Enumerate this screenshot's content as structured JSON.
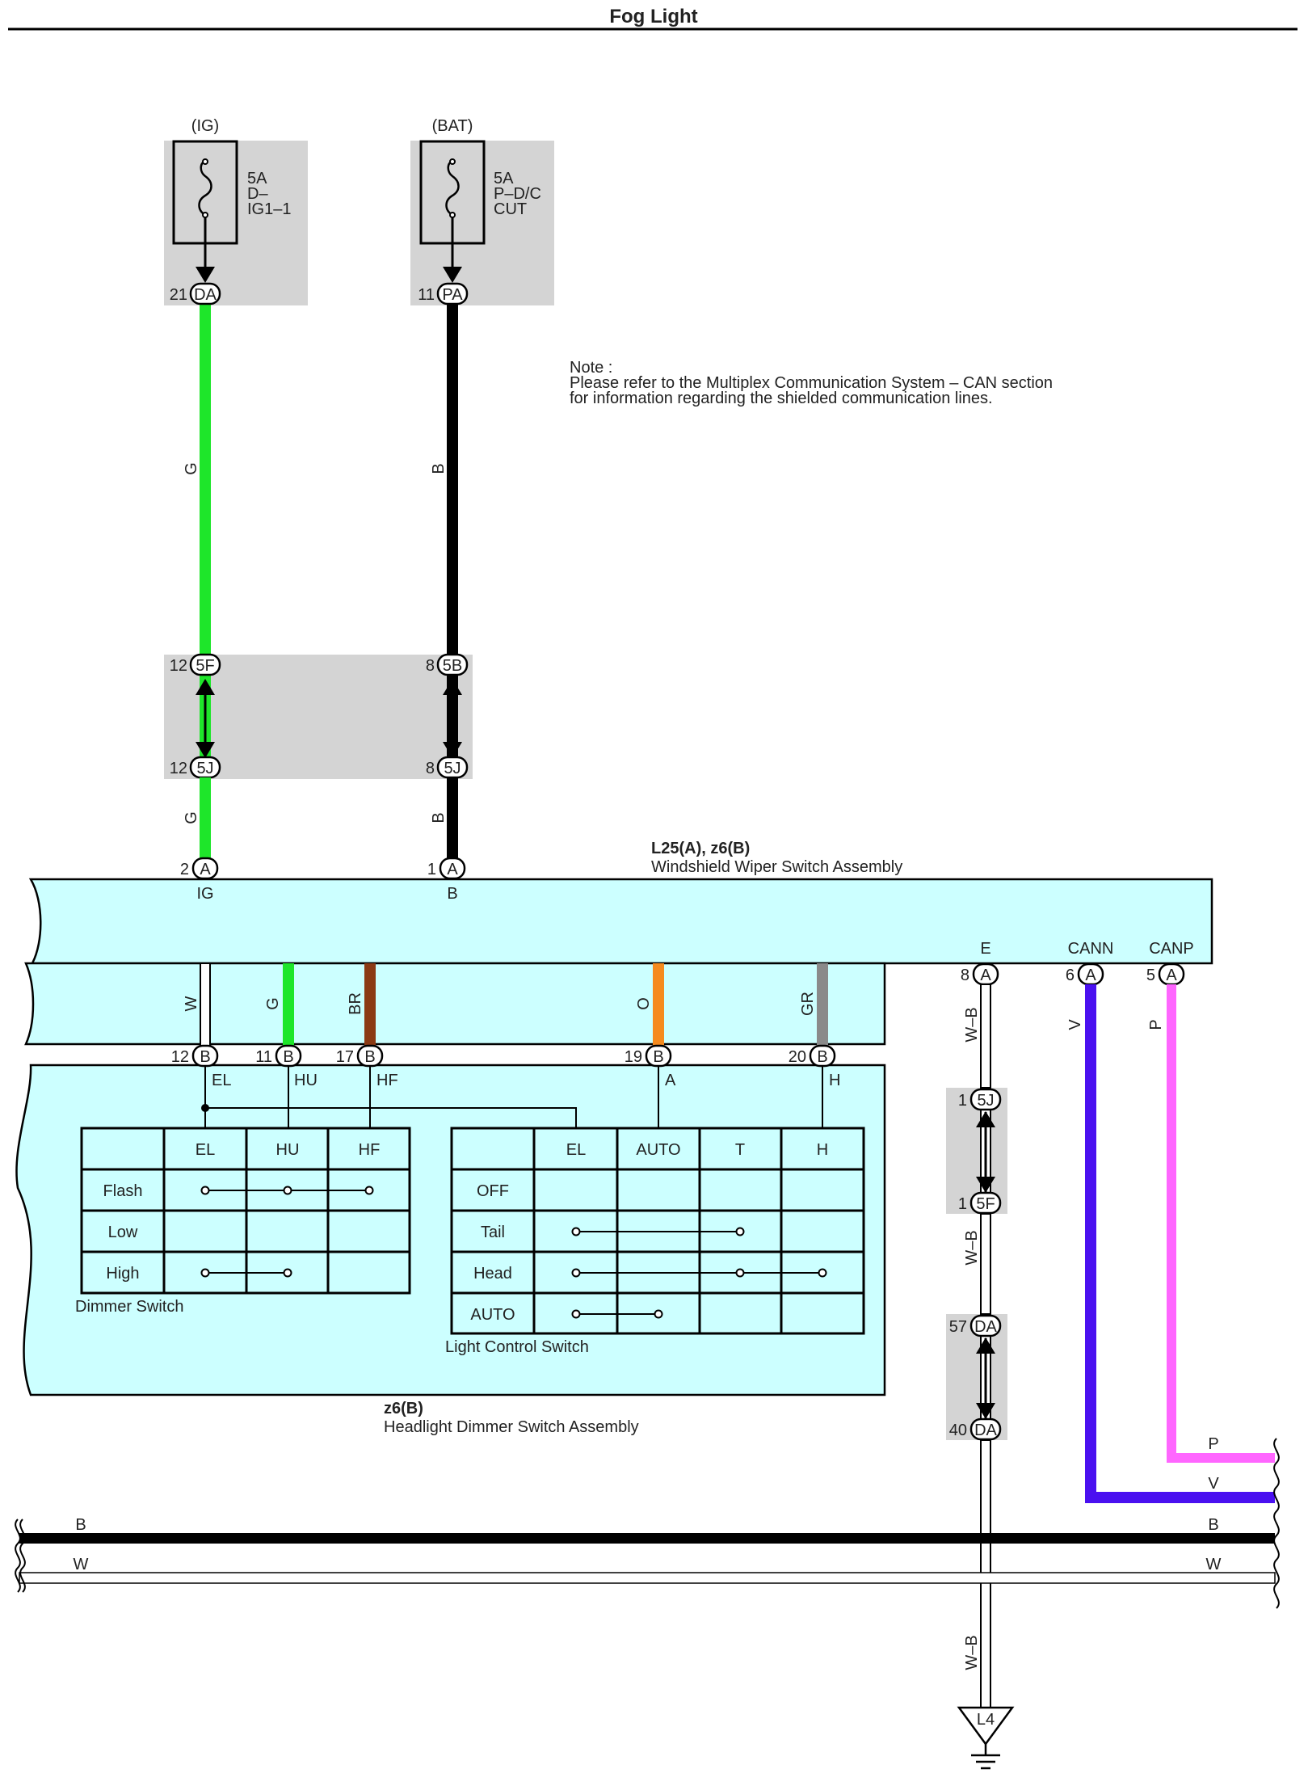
{
  "title": "Fog Light",
  "note": {
    "line1": "Note :",
    "line2": "Please refer to the Multiplex Communication System – CAN section",
    "line3": "for information regarding the shielded communication lines."
  },
  "fuses": [
    {
      "source": "(IG)",
      "rating": "5A",
      "name1": "D–",
      "name2": "IG1–1",
      "pin": "21",
      "connector": "DA"
    },
    {
      "source": "(BAT)",
      "rating": "5A",
      "name1": "P–D/C",
      "name2": "CUT",
      "pin": "11",
      "connector": "PA"
    }
  ],
  "junctions": {
    "j5f_12": {
      "pin": "12",
      "connector": "5F"
    },
    "j5b_8": {
      "pin": "8",
      "connector": "5B"
    },
    "j5j_12": {
      "pin": "12",
      "connector": "5J"
    },
    "j5j_8": {
      "pin": "8",
      "connector": "5J"
    },
    "j5j_1": {
      "pin": "1",
      "connector": "5J"
    },
    "j5f_1": {
      "pin": "1",
      "connector": "5F"
    },
    "jda_57": {
      "pin": "57",
      "connector": "DA"
    },
    "jda_40": {
      "pin": "40",
      "connector": "DA"
    }
  },
  "wiper_assembly": {
    "id": "L25(A), z6(B)",
    "name": "Windshield Wiper Switch Assembly",
    "top_pins": [
      {
        "pin": "2",
        "connector": "A",
        "label": "IG",
        "wire": "G"
      },
      {
        "pin": "1",
        "connector": "A",
        "label": "B",
        "wire": "B"
      }
    ],
    "right_pins": [
      {
        "pin": "8",
        "connector": "A",
        "label": "E",
        "wire": "W–B"
      },
      {
        "pin": "6",
        "connector": "A",
        "label": "CANN",
        "wire": "V"
      },
      {
        "pin": "5",
        "connector": "A",
        "label": "CANP",
        "wire": "P"
      }
    ],
    "lower_wires": [
      {
        "wire": "W",
        "pin": "12",
        "connector": "B",
        "label": "EL",
        "color": "#ffffff"
      },
      {
        "wire": "G",
        "pin": "11",
        "connector": "B",
        "label": "HU",
        "color": "#1ee62a"
      },
      {
        "wire": "BR",
        "pin": "17",
        "connector": "B",
        "label": "HF",
        "color": "#8b3a14"
      },
      {
        "wire": "O",
        "pin": "19",
        "connector": "B",
        "label": "A",
        "color": "#f58a1e"
      },
      {
        "wire": "GR",
        "pin": "20",
        "connector": "B",
        "label": "H",
        "color": "#8a8a8a"
      }
    ]
  },
  "dimmer_assembly": {
    "id": "z6(B)",
    "name": "Headlight Dimmer Switch Assembly"
  },
  "dimmer_switch": {
    "caption": "Dimmer Switch",
    "columns": [
      "EL",
      "HU",
      "HF"
    ],
    "rows": [
      "Flash",
      "Low",
      "High"
    ]
  },
  "light_switch": {
    "caption": "Light Control Switch",
    "columns": [
      "EL",
      "AUTO",
      "T",
      "H"
    ],
    "rows": [
      "OFF",
      "Tail",
      "Head",
      "AUTO"
    ]
  },
  "wire_colors": {
    "G": "#1ee62a",
    "B": "#000000",
    "V": "#4a10f0",
    "P": "#ff66ff",
    "W-B": "#ffffff",
    "panel": "#ccffff",
    "fusebox": "#d4d4d4"
  },
  "bus_lines": {
    "b_left": "B",
    "b_right": "B",
    "w_left": "W",
    "w_right": "W",
    "p_right": "P",
    "v_right": "V",
    "wire_wb_low": "W–B",
    "wire_wb_mid": "W–B",
    "wire_g_low": "G",
    "wire_b_low": "B",
    "wire_g_up": "G",
    "wire_b_up": "B",
    "ground": "L4"
  }
}
